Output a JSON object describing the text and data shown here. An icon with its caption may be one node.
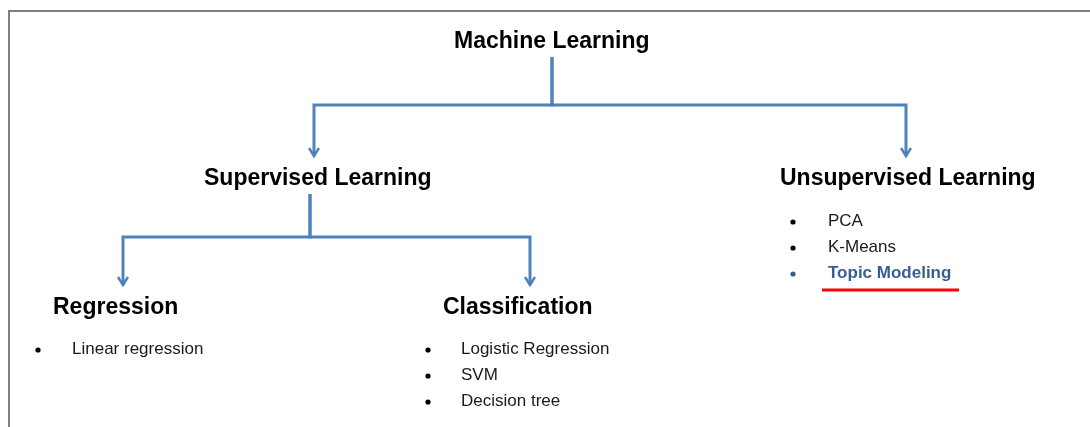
{
  "diagram": {
    "nodes": [
      {
        "text": [
          "Machine Learning"
        ]
      },
      {
        "text": [
          "Supervised Learning"
        ]
      },
      {
        "text": [
          "Unsupervised Learning"
        ],
        "beside": [
          "PCA",
          "K-Means",
          "Topic Modeling"
        ]
      },
      {
        "text": [
          "Regression"
        ],
        "beside": [
          "Linear regression"
        ]
      },
      {
        "text": [
          "Classification"
        ],
        "beside": [
          "Logistic Regression",
          "SVM",
          "Decision tree"
        ]
      }
    ],
    "edges": [
      {
        "from": 0,
        "to": 1,
        "arrow": "to"
      },
      {
        "from": 0,
        "to": 2,
        "arrow": "to"
      },
      {
        "from": 1,
        "to": 3,
        "arrow": "to"
      },
      {
        "from": 1,
        "to": 4,
        "arrow": "to"
      }
    ]
  }
}
